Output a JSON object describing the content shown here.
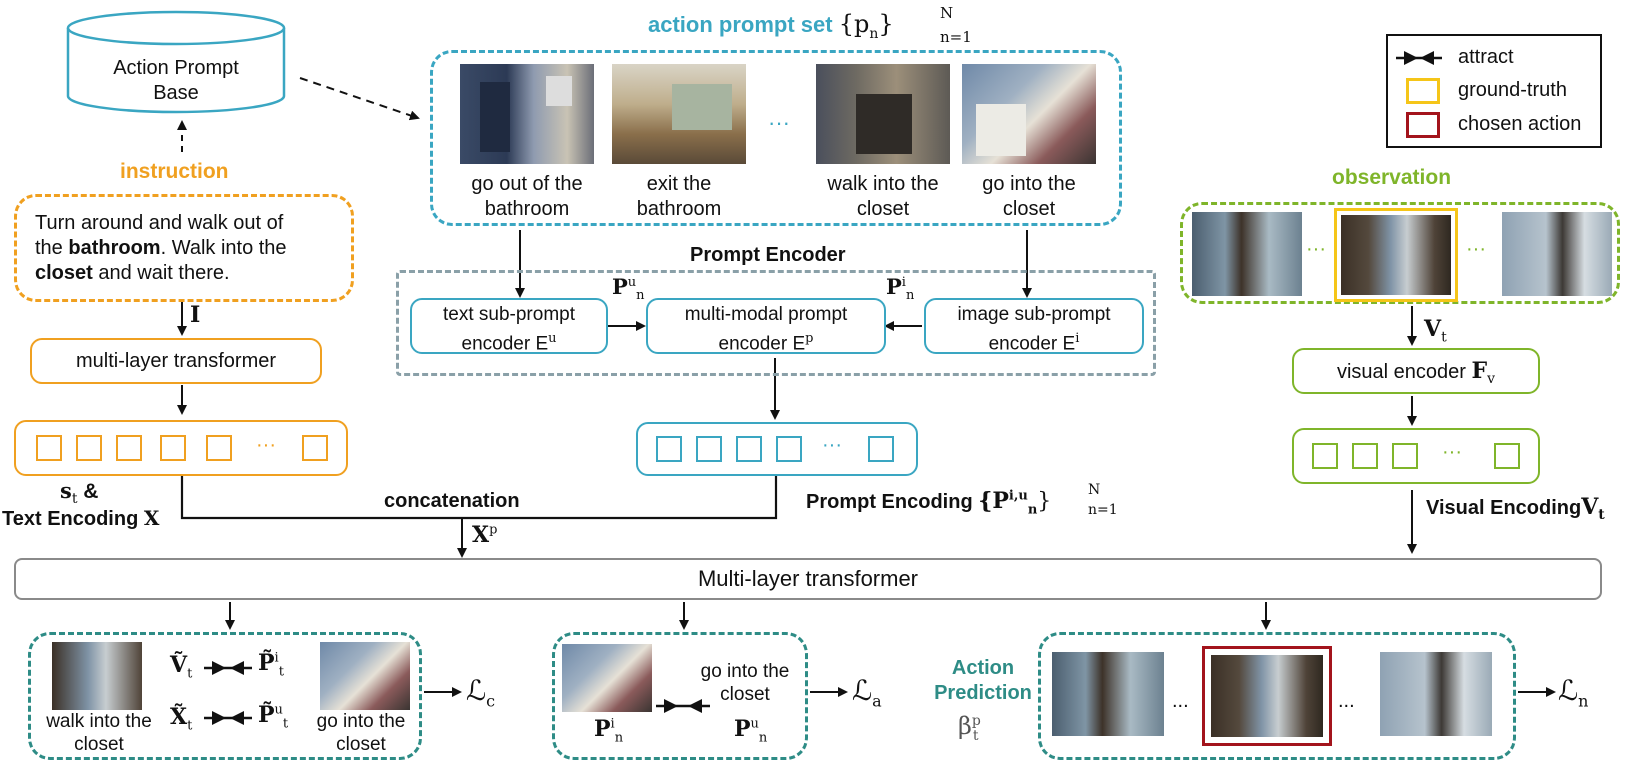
{
  "base": {
    "line1": "Action Prompt",
    "line2": "Base"
  },
  "instruction": {
    "title": "instruction",
    "text_parts": [
      "Turn around and walk out of",
      "the ",
      "bathroom",
      ". Walk into the",
      "closet",
      " and wait there."
    ],
    "input_symbol": "I"
  },
  "text_branch": {
    "transformer": "multi-layer transformer",
    "label_sym": "s",
    "label_sub": "t",
    "label_amp": " &",
    "label_text": "Text Encoding ",
    "label_X": "X",
    "dots": "···"
  },
  "prompt_set": {
    "title": "action prompt set ",
    "title_math": "{p",
    "title_math_sub": "n",
    "title_math_end": "}",
    "title_N": "N",
    "title_range": "n=1",
    "ellipsis": "···",
    "captions": [
      [
        "go out of the",
        "bathroom"
      ],
      [
        "exit the",
        "bathroom"
      ],
      [
        "walk into the",
        "closet"
      ],
      [
        "go into the",
        "closet"
      ]
    ]
  },
  "prompt_encoder": {
    "title": "Prompt Encoder",
    "text_enc": [
      "text sub-prompt",
      "encoder  E"
    ],
    "text_enc_sup": "u",
    "mm_enc": [
      "multi-modal prompt",
      "encoder E"
    ],
    "mm_enc_sup": "p",
    "img_enc": [
      "image sub-prompt",
      "encoder  E"
    ],
    "img_enc_sup": "i",
    "Pu": "P",
    "Pu_sup": "u",
    "Pu_sub": "n",
    "Pi": "P",
    "Pi_sup": "i",
    "Pi_sub": "n",
    "encoding_label": "Prompt Encoding ",
    "encoding_math": "{P",
    "encoding_sup": "i,u",
    "encoding_sub": "n",
    "encoding_end": "}",
    "encoding_N": "N",
    "encoding_range": "n=1",
    "dots": "···"
  },
  "concat": {
    "label": "concatenation",
    "Xp": "X",
    "Xp_sup": "p"
  },
  "legend": {
    "attract": "attract",
    "ground_truth": "ground-truth",
    "chosen": "chosen action"
  },
  "observation": {
    "title": "observation",
    "dots": "···",
    "Vt": "V",
    "Vt_sub": "t",
    "visual_encoder": "visual encoder ",
    "Fv": "F",
    "Fv_sub": "v",
    "encoding_label": "Visual Encoding",
    "encoding_V": "V",
    "encoding_sub": "t",
    "enc_dots": "···"
  },
  "main_transformer": "Multi-layer transformer",
  "bottom": {
    "left_caption1": [
      "walk into the",
      "closet"
    ],
    "left_caption2": [
      "go into the",
      "closet"
    ],
    "Vt": "Ṽ",
    "Vt_sub": "t",
    "Pt_i": "P̃",
    "Pt_i_sup": "i",
    "Pt_i_sub": "t",
    "Xt": "X̃",
    "Xt_sub": "t",
    "Pt_u": "P̃",
    "Pt_u_sup": "u",
    "Pt_u_sub": "t",
    "Lc": "ℒ",
    "Lc_sub": "c",
    "mid_caption": [
      "go into the",
      "closet"
    ],
    "Pi": "P",
    "Pi_sup": "i",
    "Pi_sub": "n",
    "Pu": "P",
    "Pu_sup": "u",
    "Pu_sub": "n",
    "La": "ℒ",
    "La_sub": "a",
    "action_pred": [
      "Action",
      "Prediction"
    ],
    "beta": "β",
    "beta_sup": "p",
    "beta_sub": "t",
    "dots": "...",
    "Ln": "ℒ",
    "Ln_sub": "n"
  },
  "colors": {
    "cyan": "#3aa6c2",
    "orange": "#f0a020",
    "green": "#7fb52a",
    "teal": "#2e8c86",
    "gold": "#f5c518",
    "darkred": "#a3141c"
  }
}
